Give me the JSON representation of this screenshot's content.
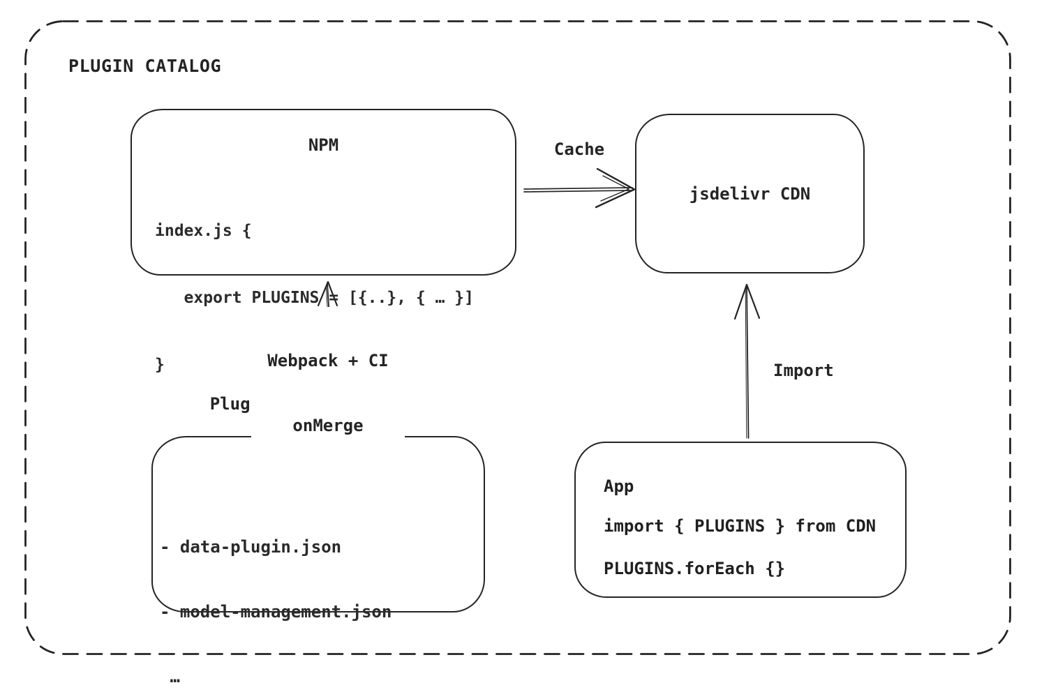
{
  "frame": {
    "title": "PLUGIN CATALOG"
  },
  "nodes": {
    "npm": {
      "title": "NPM",
      "code": [
        "index.js {",
        "   export PLUGINS = [{..}, { … }]",
        "}"
      ]
    },
    "cdn": {
      "label": "jsdelivr CDN"
    },
    "repo": {
      "label": "Plugin Catalog Repo",
      "files": [
        "- data-plugin.json",
        "- model-management.json",
        " …"
      ]
    },
    "app": {
      "title": "App",
      "code": [
        "import { PLUGINS } from CDN",
        "PLUGINS.forEach {}"
      ]
    }
  },
  "edges": {
    "cache": {
      "label": "Cache",
      "from": "NPM",
      "to": "jsdelivr CDN"
    },
    "build": {
      "label": [
        "Webpack + CI",
        "onMerge"
      ],
      "from": "Plugin Catalog Repo",
      "to": "NPM"
    },
    "import": {
      "label": "Import",
      "from": "App",
      "to": "jsdelivr CDN"
    }
  },
  "colors": {
    "stroke": "#242424",
    "background": "#ffffff"
  }
}
